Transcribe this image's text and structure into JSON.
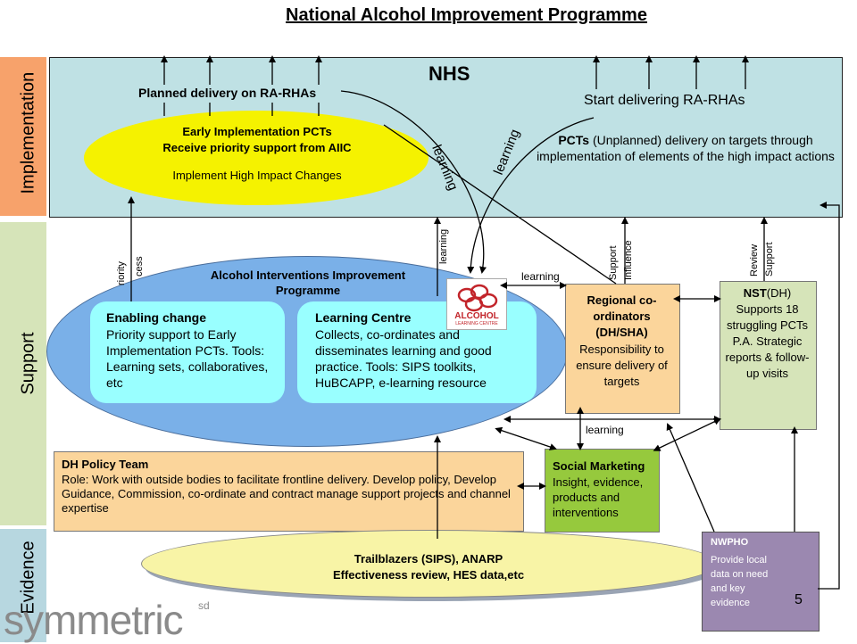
{
  "title": "National Alcohol Improvement Programme",
  "bands": {
    "implementation": "Implementation",
    "support": "Support",
    "evidence": "Evidence"
  },
  "band_colors": {
    "implementation": "#f7a26b",
    "support": "#d6e4b9",
    "evidence": "#b7d7e0"
  },
  "nhs": {
    "title": "NHS",
    "planned": "Planned delivery on RA-RHAs",
    "start": "Start delivering RA-RHAs",
    "pcts_bold": "PCTs",
    "pcts_rest": " (Unplanned) delivery on targets through implementation of elements of the high impact actions"
  },
  "early": {
    "line1": "Early Implementation PCTs",
    "line2": "Receive priority support from AIIC",
    "line3": "Implement High Impact Changes"
  },
  "learning_label": "learning",
  "aiip": {
    "title": "Alcohol Interventions Improvement Programme",
    "cut_a": "riority",
    "cut_b": "cess"
  },
  "enabling": {
    "title": "Enabling change",
    "body": "Priority support to Early Implementation PCTs. Tools: Learning sets, collaboratives, etc"
  },
  "learning_centre": {
    "title": "Learning Centre",
    "body": "Collects, co-ordinates and disseminates learning and good practice. Tools: SIPS toolkits, HuBCAPP, e-learning resource",
    "logo_text": "ALCOHOL",
    "logo_sub": "LEARNING CENTRE"
  },
  "regional": {
    "title": "Regional co-ordinators (DH/SHA)",
    "body": "Responsibility to ensure delivery of targets",
    "support_label": "Support",
    "influence_label": "Influence"
  },
  "nst": {
    "title_bold": "NST",
    "title_rest": "(DH)",
    "body": "Supports 18 struggling PCTs P.A. Strategic reports & follow-up visits",
    "review_label": "Review",
    "support_label": "Support"
  },
  "dh_policy": {
    "title": "DH Policy Team",
    "body": "Role: Work with outside bodies to facilitate frontline delivery. Develop policy, Develop Guidance, Commission, co-ordinate and contract manage support projects and channel expertise"
  },
  "social": {
    "title": "Social Marketing",
    "body": "Insight, evidence, products and interventions"
  },
  "trailblazers": {
    "line1": "Trailblazers (SIPS), ANARP",
    "line2": "Effectiveness review, HES data,etc"
  },
  "nwpho": {
    "title": "NWPHO",
    "body": "Provide local data on need and key evidence"
  },
  "branding": {
    "name": "symmetric",
    "suffix": "sd"
  },
  "page_number": "5"
}
